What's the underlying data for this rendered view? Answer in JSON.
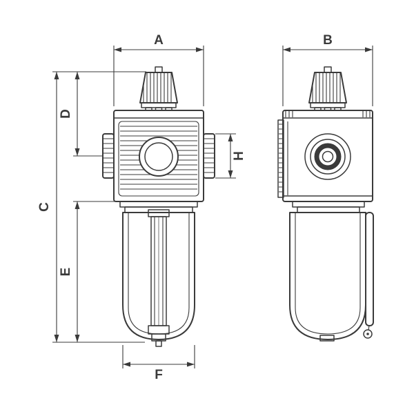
{
  "drawing": {
    "dimension_labels": {
      "A": "A",
      "B": "B",
      "C": "C",
      "D": "D",
      "E": "E",
      "F": "F",
      "H": "H"
    },
    "colors": {
      "line": "#3a3a3a",
      "background": "#ffffff"
    }
  }
}
